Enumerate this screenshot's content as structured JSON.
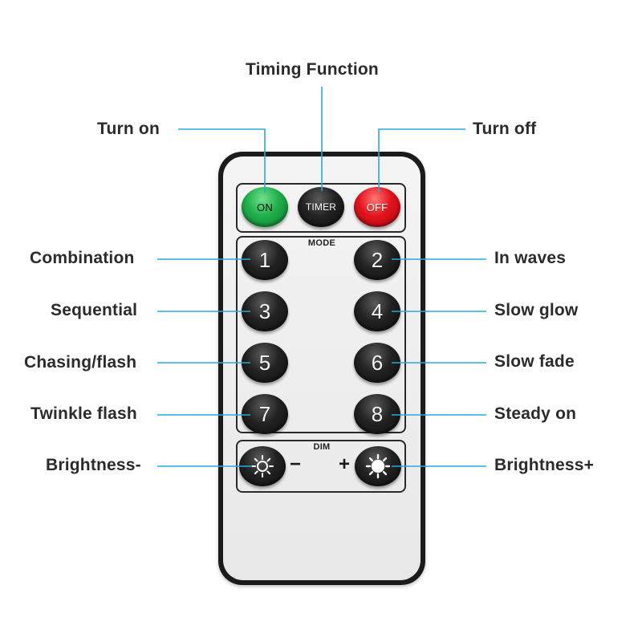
{
  "callouts": {
    "timing_function": "Timing Function",
    "turn_on": "Turn on",
    "turn_off": "Turn off",
    "combination": "Combination",
    "in_waves": "In waves",
    "sequential": "Sequential",
    "slow_glow": "Slow glow",
    "chasing_flash": "Chasing/flash",
    "slow_fade": "Slow fade",
    "twinkle_flash": "Twinkle flash",
    "steady_on": "Steady on",
    "brightness_minus": "Brightness-",
    "brightness_plus": "Brightness+"
  },
  "remote": {
    "top_buttons": {
      "on": "ON",
      "timer": "TIMER",
      "off": "OFF"
    },
    "mode_title": "MODE",
    "mode_buttons": [
      "1",
      "2",
      "3",
      "4",
      "5",
      "6",
      "7",
      "8"
    ],
    "dim_title": "DIM",
    "dim_minus": "−",
    "dim_plus": "+"
  },
  "colors": {
    "leader_line": "#29a9dc",
    "on_button": "#1fae4a",
    "off_button": "#e3121c",
    "button_dark": "#1a1a1a",
    "remote_body": "#1b1b1b",
    "remote_face": "#efefef"
  },
  "icons": [
    "sun-outline-icon",
    "sun-filled-icon"
  ]
}
